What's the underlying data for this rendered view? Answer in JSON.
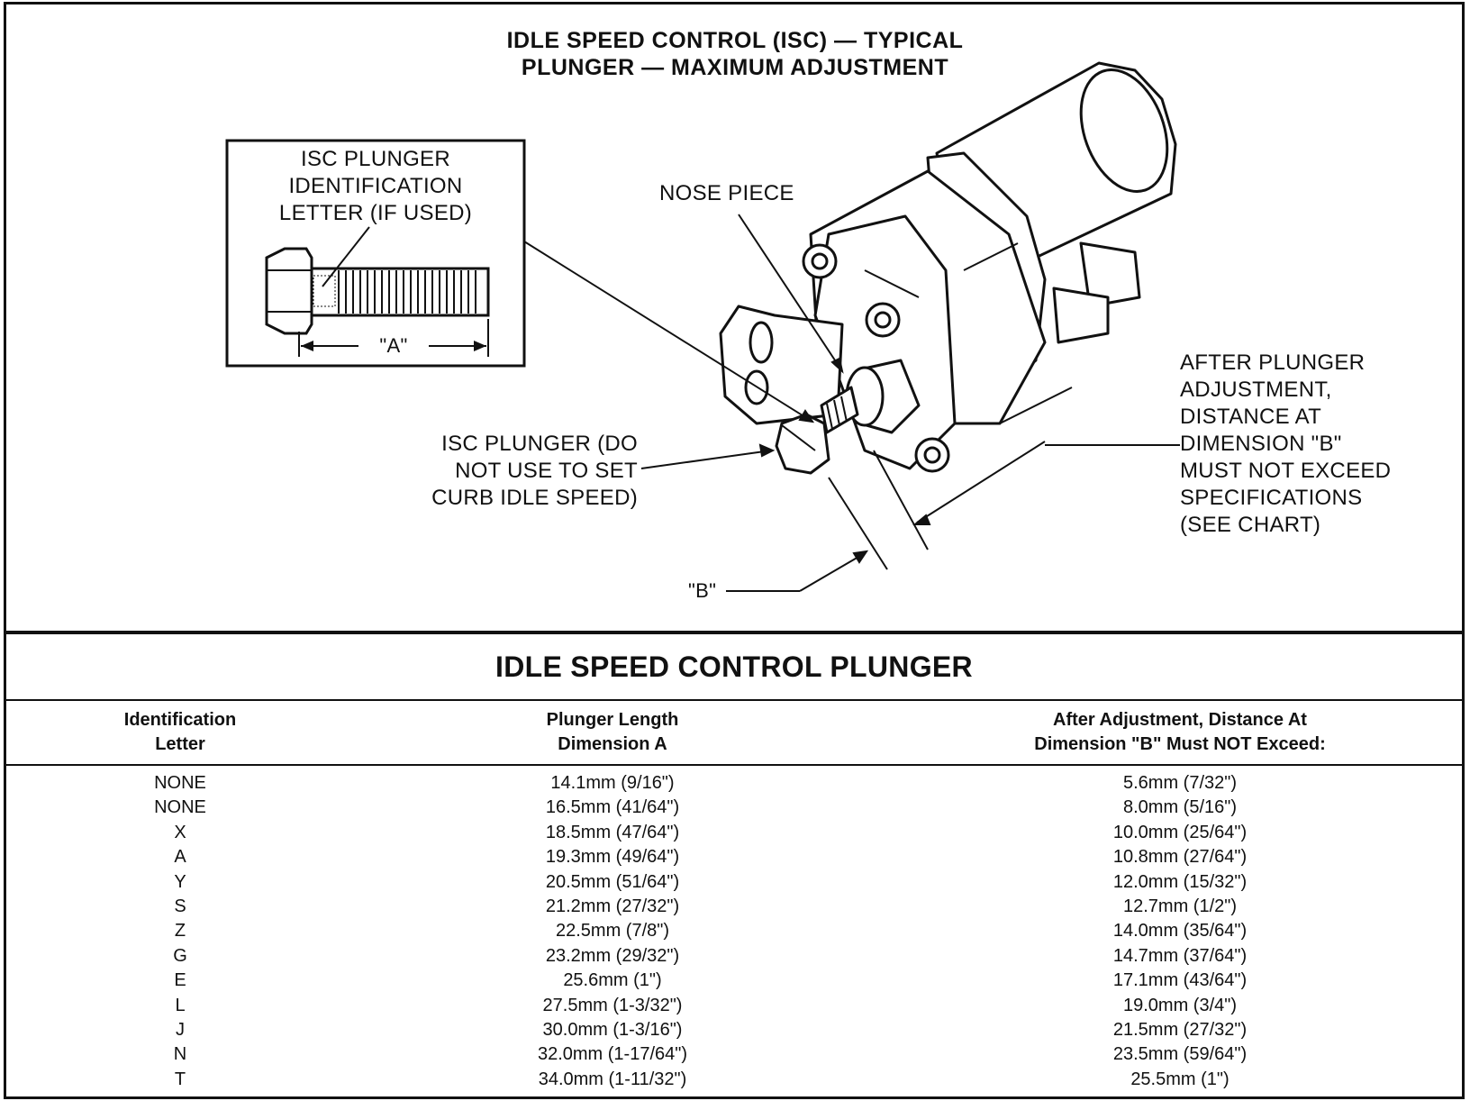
{
  "diagram": {
    "title_line1": "IDLE SPEED CONTROL (ISC) — TYPICAL",
    "title_line2": "PLUNGER — MAXIMUM ADJUSTMENT",
    "inset_label": [
      "ISC PLUNGER",
      "IDENTIFICATION",
      "LETTER (IF USED)"
    ],
    "dimension_a": "\"A\"",
    "nose_piece": "NOSE PIECE",
    "plunger_label": [
      "ISC PLUNGER (DO",
      "NOT USE TO SET",
      "CURB IDLE SPEED)"
    ],
    "dimension_b": "\"B\"",
    "after_label": [
      "AFTER PLUNGER",
      "ADJUSTMENT,",
      "DISTANCE AT",
      "DIMENSION \"B\"",
      "MUST NOT EXCEED",
      "SPECIFICATIONS",
      "(SEE CHART)"
    ]
  },
  "table": {
    "title": "IDLE SPEED CONTROL PLUNGER",
    "headers": [
      [
        "Identification",
        "Letter"
      ],
      [
        "Plunger Length",
        "Dimension A"
      ],
      [
        "After Adjustment, Distance At",
        "Dimension \"B\" Must NOT Exceed:"
      ]
    ],
    "rows": [
      [
        "NONE",
        "14.1mm (9/16\")",
        "5.6mm (7/32\")"
      ],
      [
        "NONE",
        "16.5mm (41/64\")",
        "8.0mm (5/16\")"
      ],
      [
        "X",
        "18.5mm (47/64\")",
        "10.0mm (25/64\")"
      ],
      [
        "A",
        "19.3mm (49/64\")",
        "10.8mm (27/64\")"
      ],
      [
        "Y",
        "20.5mm (51/64\")",
        "12.0mm (15/32\")"
      ],
      [
        "S",
        "21.2mm (27/32\")",
        "12.7mm (1/2\")"
      ],
      [
        "Z",
        "22.5mm (7/8\")",
        "14.0mm (35/64\")"
      ],
      [
        "G",
        "23.2mm (29/32\")",
        "14.7mm (37/64\")"
      ],
      [
        "E",
        "25.6mm (1\")",
        "17.1mm (43/64\")"
      ],
      [
        "L",
        "27.5mm (1-3/32\")",
        "19.0mm (3/4\")"
      ],
      [
        "J",
        "30.0mm (1-3/16\")",
        "21.5mm (27/32\")"
      ],
      [
        "N",
        "32.0mm (1-17/64\")",
        "23.5mm (59/64\")"
      ],
      [
        "T",
        "34.0mm (1-11/32\")",
        "25.5mm (1\")"
      ]
    ]
  }
}
